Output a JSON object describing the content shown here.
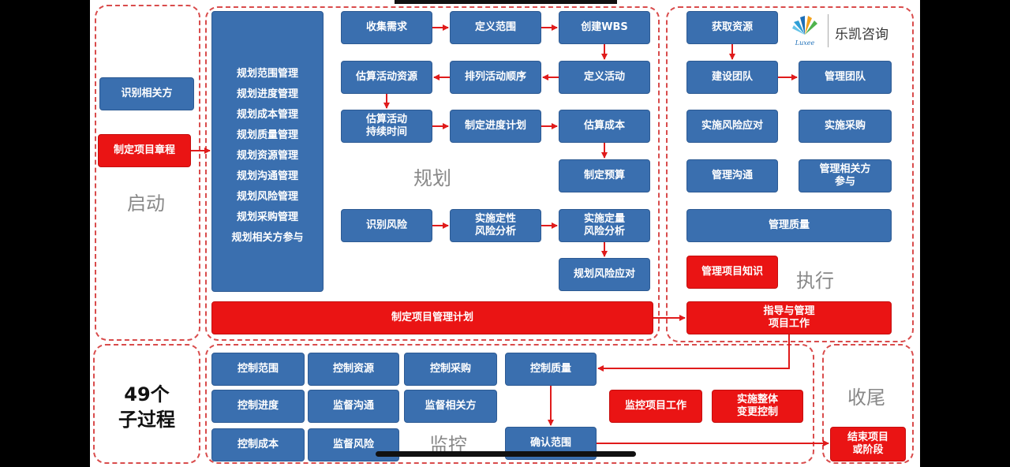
{
  "stages": {
    "initiating": "启动",
    "planning": "规划",
    "executing": "执行",
    "monitoring": "监控",
    "closing": "收尾"
  },
  "summary": "49个\n子过程",
  "brand": {
    "name": "乐凯咨询",
    "logo_text": "Luxee"
  },
  "initiating": {
    "identify_stakeholders": "识别相关方",
    "develop_charter": "制定项目章程"
  },
  "planning": {
    "plan_mgmt": [
      "规划范围管理",
      "规划进度管理",
      "规划成本管理",
      "规划质量管理",
      "规划资源管理",
      "规划沟通管理",
      "规划风险管理",
      "规划采购管理",
      "规划相关方参与"
    ],
    "collect_requirements": "收集需求",
    "define_scope": "定义范围",
    "create_wbs": "创建WBS",
    "estimate_resources": "估算活动资源",
    "sequence_activities": "排列活动顺序",
    "define_activities": "定义活动",
    "estimate_durations": "估算活动\n持续时间",
    "develop_schedule": "制定进度计划",
    "estimate_costs": "估算成本",
    "determine_budget": "制定预算",
    "identify_risks": "识别风险",
    "qualitative_risk": "实施定性\n风险分析",
    "quantitative_risk": "实施定量\n风险分析",
    "plan_risk_responses": "规划风险应对",
    "develop_pm_plan": "制定项目管理计划"
  },
  "executing": {
    "acquire_resources": "获取资源",
    "develop_team": "建设团队",
    "manage_team": "管理团队",
    "implement_risk_responses": "实施风险应对",
    "conduct_procurements": "实施采购",
    "manage_communications": "管理沟通",
    "manage_stakeholder_engagement": "管理相关方\n参与",
    "manage_quality": "管理质量",
    "manage_knowledge": "管理项目知识",
    "direct_manage_work": "指导与管理\n项目工作"
  },
  "monitoring": {
    "control_scope": "控制范围",
    "control_resources": "控制资源",
    "control_procurements": "控制采购",
    "control_quality": "控制质量",
    "control_schedule": "控制进度",
    "monitor_communications": "监督沟通",
    "monitor_stakeholders": "监督相关方",
    "monitor_control_work": "监控项目工作",
    "integrated_change_control": "实施整体\n变更控制",
    "control_costs": "控制成本",
    "monitor_risks": "监督风险",
    "validate_scope": "确认范围"
  },
  "closing": {
    "close_project": "结束项目\n或阶段"
  },
  "colors": {
    "blue": "#3a6faf",
    "red": "#ea1414",
    "dash": "#d94c4c"
  }
}
